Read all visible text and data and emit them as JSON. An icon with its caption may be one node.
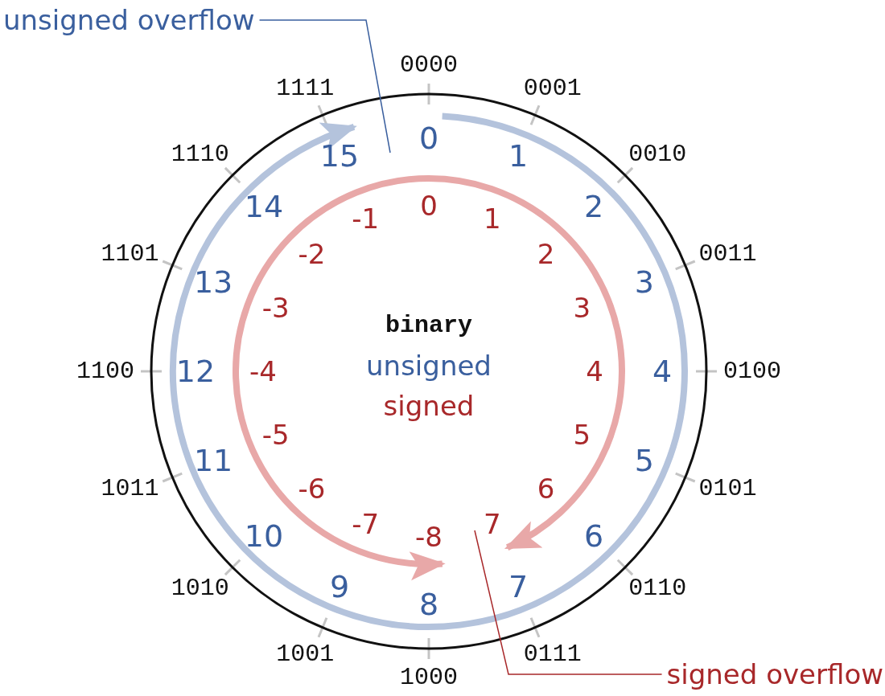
{
  "diagram": {
    "nodes": [
      {
        "text": [
          "unsigned overflow"
        ]
      },
      {
        "text": [
          "signed overflow"
        ]
      }
    ],
    "edges": [
      {
        "from": 0,
        "to": null,
        "arrow": "none",
        "color": "#3a5f9e"
      },
      {
        "from": 1,
        "to": null,
        "arrow": "none",
        "color": "#a8282a"
      }
    ],
    "labels": [
      "0000",
      "0001",
      "0010",
      "0011",
      "0100",
      "0101",
      "0110",
      "0111",
      "1000",
      "1001",
      "1010",
      "1011",
      "1100",
      "1101",
      "1110",
      "1111",
      "0",
      "1",
      "2",
      "3",
      "4",
      "5",
      "6",
      "7",
      "8",
      "9",
      "10",
      "11",
      "12",
      "13",
      "14",
      "15",
      "0",
      "1",
      "2",
      "3",
      "4",
      "5",
      "6",
      "7",
      "-8",
      "-7",
      "-6",
      "-5",
      "-4",
      "-3",
      "-2",
      "-1",
      "binary",
      "unsigned",
      "signed"
    ]
  }
}
